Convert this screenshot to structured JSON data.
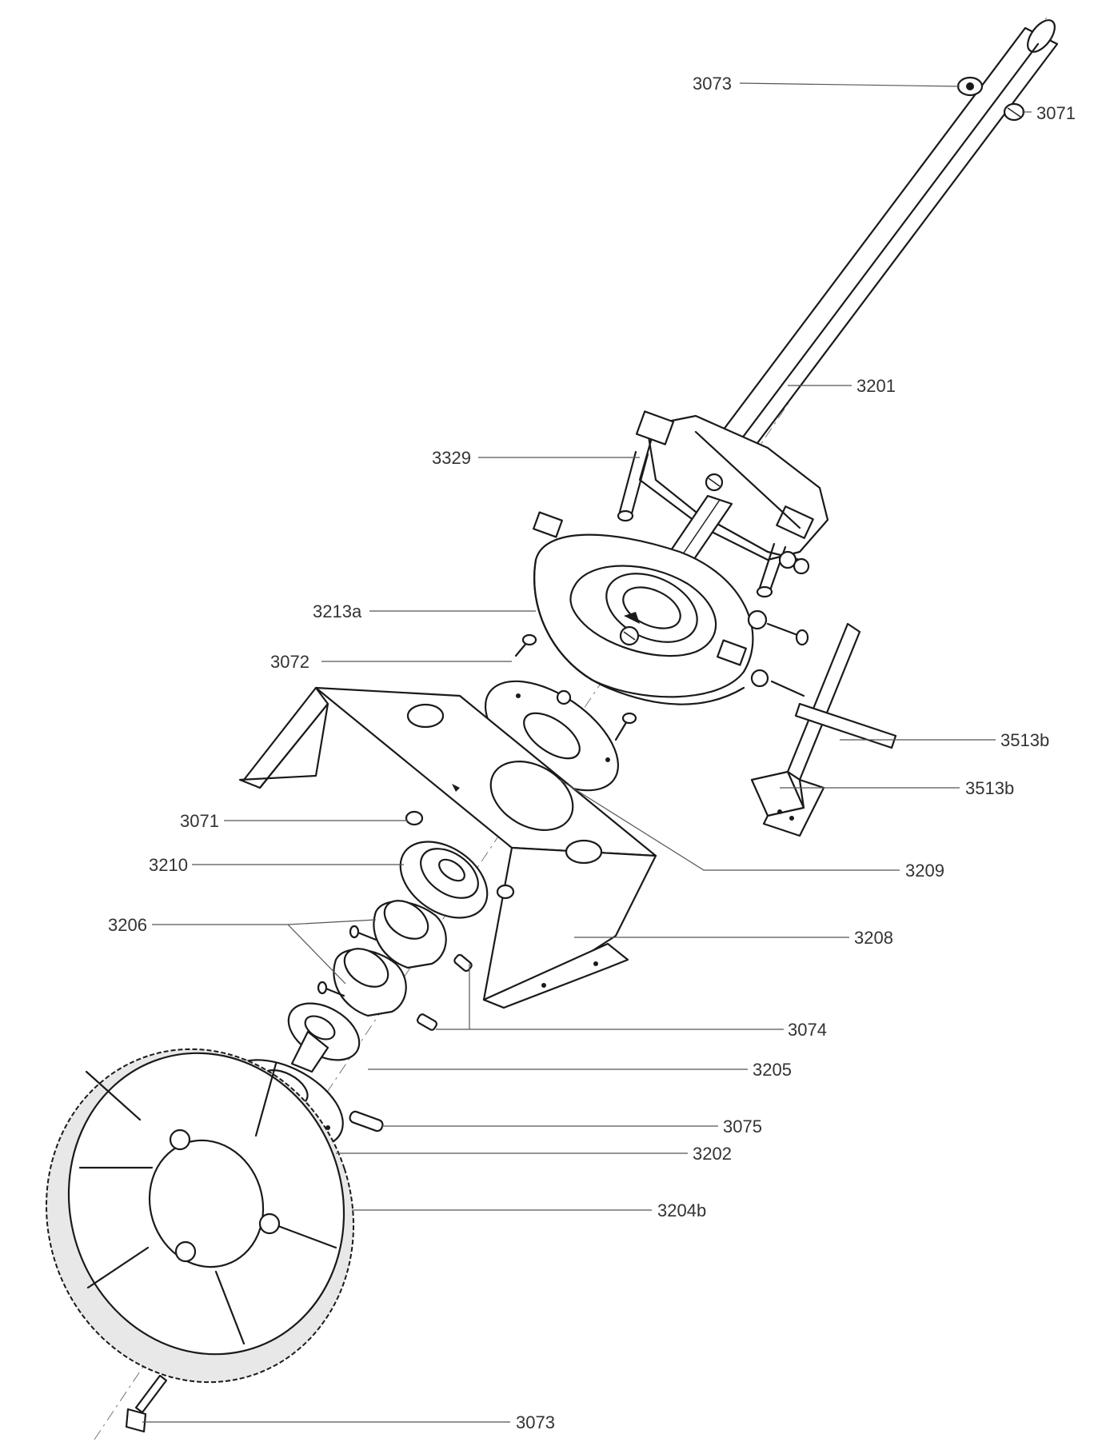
{
  "labels": {
    "l3073_top": "3073",
    "l3071_top": "3071",
    "l3201": "3201",
    "l3329": "3329",
    "l3213a": "3213a",
    "l3072": "3072",
    "l3513b_upper": "3513b",
    "l3513b_lower": "3513b",
    "l3071_mid": "3071",
    "l3209": "3209",
    "l3210": "3210",
    "l3206": "3206",
    "l3208": "3208",
    "l3074": "3074",
    "l3205": "3205",
    "l3075": "3075",
    "l3202": "3202",
    "l3204b": "3204b",
    "l3073_bottom": "3073"
  },
  "colors": {
    "ink": "#1a1a1a",
    "label": "#333333",
    "leader": "#555555",
    "background": "#ffffff"
  }
}
